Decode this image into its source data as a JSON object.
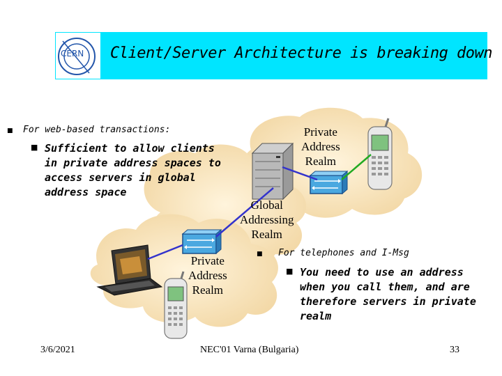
{
  "header": {
    "title": "Client/Server Architecture is breaking down",
    "logo_text": "CERN"
  },
  "bullets": {
    "web": "For web-based transactions:",
    "sufficient": "Sufficient to allow clients in private address spaces to access servers in global address space",
    "telephones": "For telephones and I-Msg",
    "need": "You need to use an address when you call them, and are therefore servers in private realm"
  },
  "diagram": {
    "private_realm_top": [
      "Private",
      "Address",
      "Realm"
    ],
    "global_realm": [
      "Global",
      "Addressing",
      "Realm"
    ],
    "private_realm_left": [
      "Private",
      "Address",
      "Realm"
    ]
  },
  "footer": {
    "date": "3/6/2021",
    "venue": "NEC'01 Varna (Bulgaria)",
    "page": "33"
  },
  "colors": {
    "header_bg": "#00e5ff",
    "cloud": "#f5deb0",
    "link_blue": "#3333cc",
    "link_green": "#22aa22"
  }
}
